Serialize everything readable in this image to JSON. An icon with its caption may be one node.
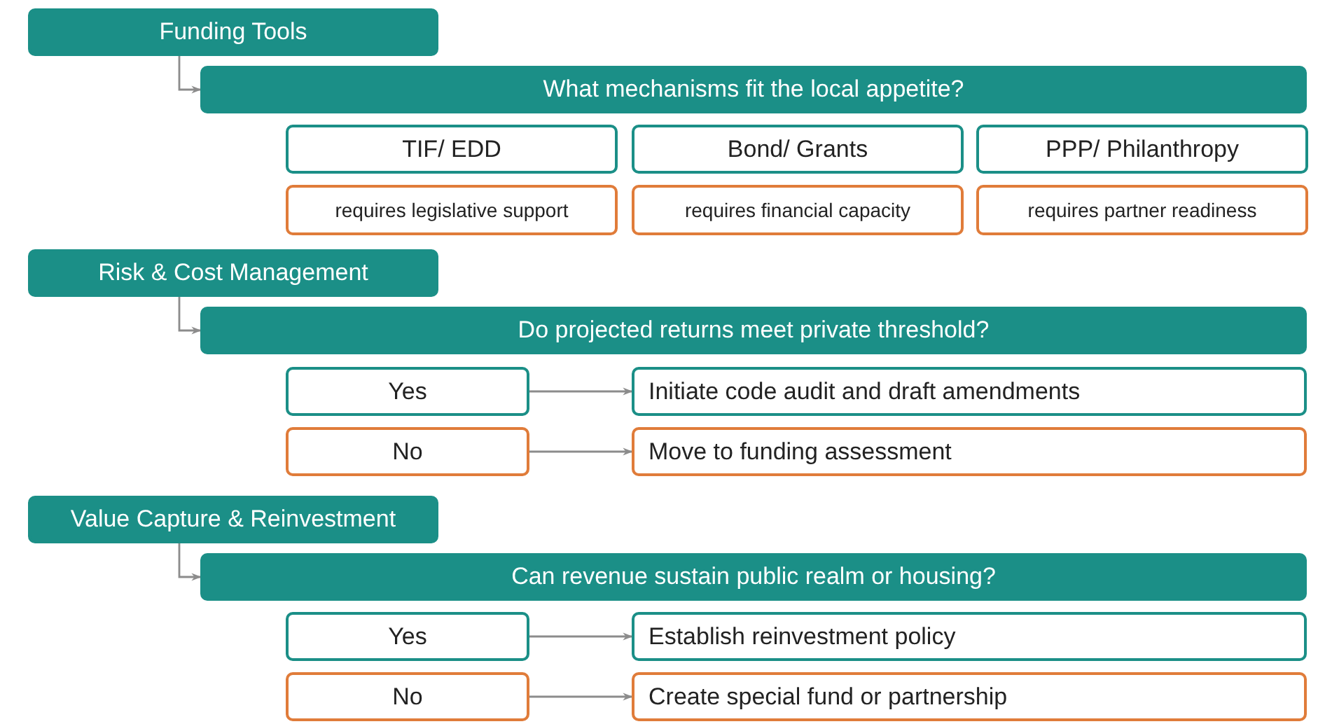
{
  "diagram": {
    "nodes": [
      {
        "text": [
          "Funding Tools"
        ]
      },
      {
        "text": [
          "What mechanisms fit the local appetite?"
        ]
      },
      {
        "text": [
          "TIF/ EDD"
        ]
      },
      {
        "text": [
          "Bond/ Grants"
        ]
      },
      {
        "text": [
          "PPP/ Philanthropy"
        ]
      },
      {
        "text": [
          "requires legislative support"
        ]
      },
      {
        "text": [
          "requires financial capacity"
        ]
      },
      {
        "text": [
          "requires partner readiness"
        ]
      },
      {
        "text": [
          "Risk & Cost Management"
        ]
      },
      {
        "text": [
          "Do projected returns meet private threshold?"
        ]
      },
      {
        "text": [
          "Yes"
        ]
      },
      {
        "text": [
          "Initiate code audit and draft amendments"
        ]
      },
      {
        "text": [
          "No"
        ]
      },
      {
        "text": [
          "Move to funding assessment"
        ]
      },
      {
        "text": [
          "Value Capture & Reinvestment"
        ]
      },
      {
        "text": [
          "Can revenue sustain public realm or housing?"
        ]
      },
      {
        "text": [
          "Yes"
        ]
      },
      {
        "text": [
          "Establish reinvestment policy"
        ]
      },
      {
        "text": [
          "No"
        ]
      },
      {
        "text": [
          "Create special fund or partnership"
        ]
      }
    ],
    "edges": [
      {
        "from": 0,
        "to": 1,
        "arrow": "to"
      },
      {
        "from": 8,
        "to": 9,
        "arrow": "to"
      },
      {
        "from": 10,
        "to": 11,
        "arrow": "to"
      },
      {
        "from": 12,
        "to": 13,
        "arrow": "to"
      },
      {
        "from": 14,
        "to": 15,
        "arrow": "to"
      },
      {
        "from": 16,
        "to": 17,
        "arrow": "to"
      },
      {
        "from": 18,
        "to": 19,
        "arrow": "to"
      }
    ]
  }
}
